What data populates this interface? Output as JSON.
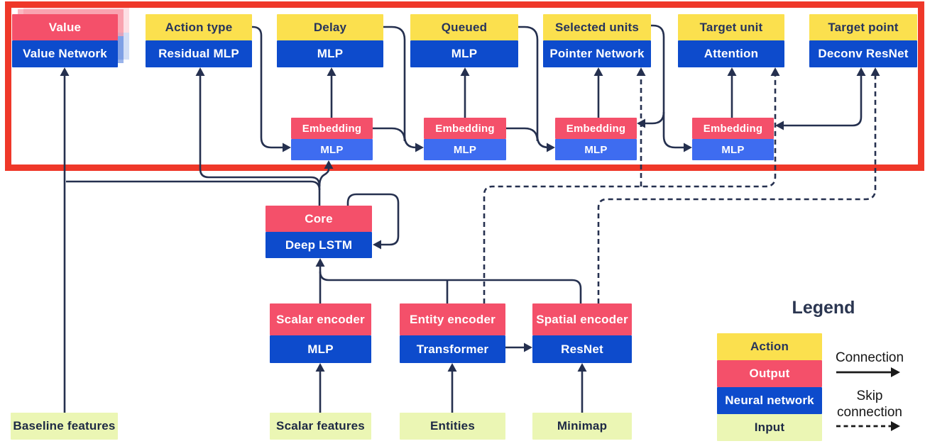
{
  "nodes": {
    "value": {
      "top": "Value",
      "bottom": "Value Network"
    },
    "action_type": {
      "top": "Action type",
      "bottom": "Residual MLP"
    },
    "delay": {
      "top": "Delay",
      "bottom": "MLP"
    },
    "queued": {
      "top": "Queued",
      "bottom": "MLP"
    },
    "selected_units": {
      "top": "Selected units",
      "bottom": "Pointer Network"
    },
    "target_unit": {
      "top": "Target unit",
      "bottom": "Attention"
    },
    "target_point": {
      "top": "Target point",
      "bottom": "Deconv ResNet"
    },
    "embedding": {
      "top": "Embedding",
      "bottom": "MLP"
    },
    "core": {
      "top": "Core",
      "bottom": "Deep LSTM"
    },
    "scalar_encoder": {
      "top": "Scalar encoder",
      "bottom": "MLP"
    },
    "entity_encoder": {
      "top": "Entity encoder",
      "bottom": "Transformer"
    },
    "spatial_encoder": {
      "top": "Spatial encoder",
      "bottom": "ResNet"
    },
    "inputs": {
      "baseline": "Baseline features",
      "scalar": "Scalar features",
      "entities": "Entities",
      "minimap": "Minimap"
    }
  },
  "legend": {
    "title": "Legend",
    "rows": [
      {
        "label": "Action",
        "type": "action"
      },
      {
        "label": "Output",
        "type": "output"
      },
      {
        "label": "Neural network",
        "type": "neural-network"
      },
      {
        "label": "Input",
        "type": "input"
      }
    ],
    "connection": "Connection",
    "skip_connection": "Skip connection"
  },
  "colors": {
    "action_yellow": "#fbe04e",
    "output_pink": "#f4506a",
    "network_blue": "#0d4bcc",
    "embedding_blue": "#3e6cf0",
    "input_green": "#ebf6b4",
    "line_navy": "#25304f",
    "highlight_red": "#ef3829"
  }
}
